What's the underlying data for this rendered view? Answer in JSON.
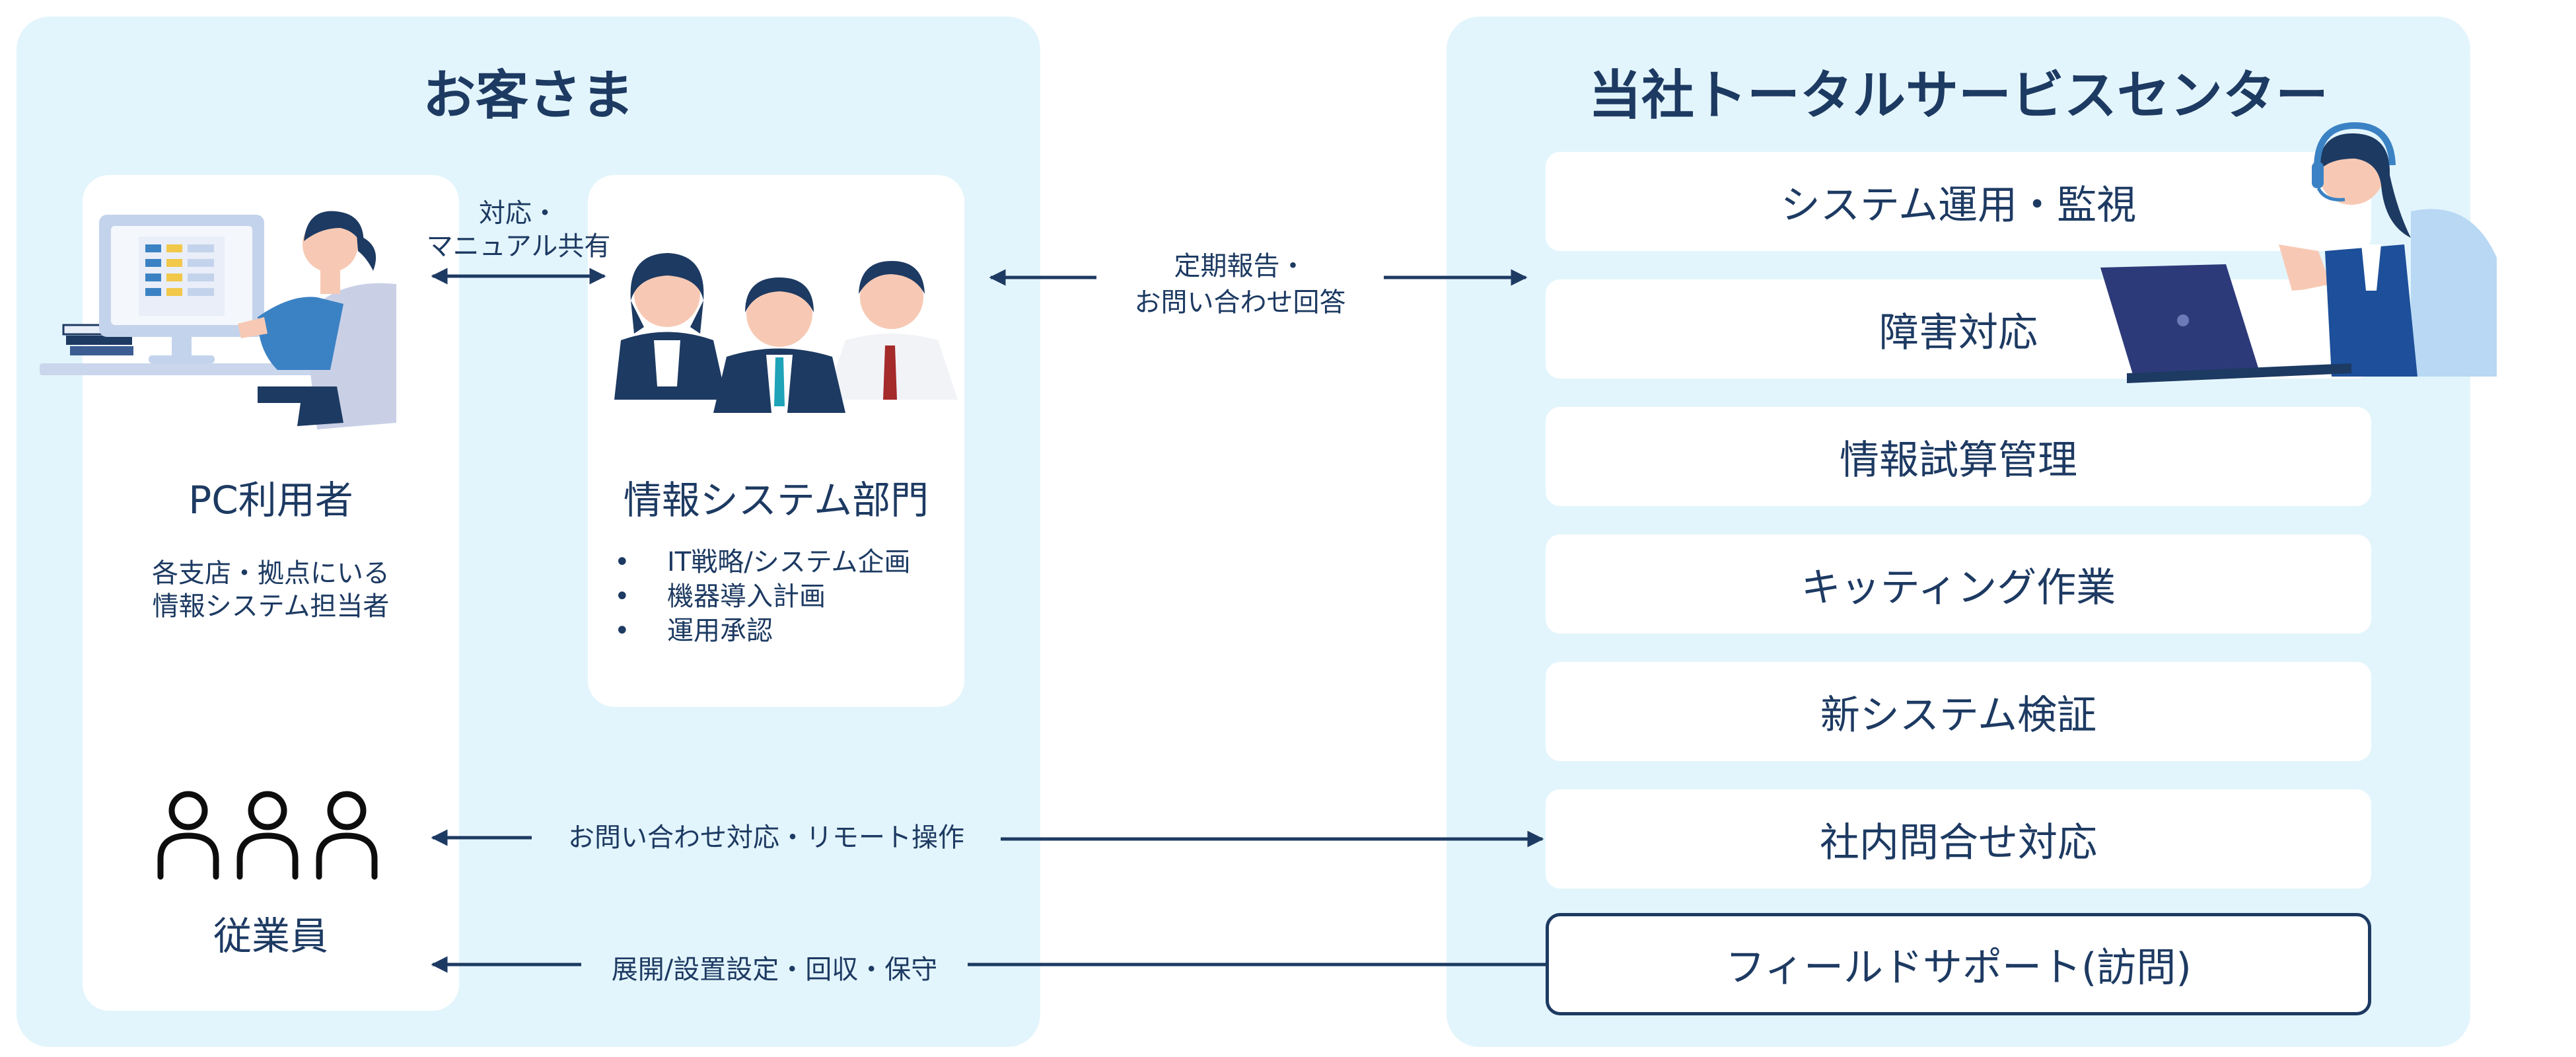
{
  "customer": {
    "title": "お客さま",
    "pc_user": {
      "name": "PC利用者",
      "desc_line1": "各支店・拠点にいる",
      "desc_line2": "情報システム担当者"
    },
    "is_dept": {
      "name": "情報システム部門",
      "bullets": [
        "IT戦略/システム企画",
        "機器導入計画",
        "運用承認"
      ]
    },
    "employees": {
      "name": "従業員"
    }
  },
  "center": {
    "title": "当社トータルサービスセンター",
    "services": [
      "システム運用・監視",
      "障害対応",
      "情報試算管理",
      "キッティング作業",
      "新システム検証",
      "社内問合せ対応",
      "フィールドサポート(訪問)"
    ]
  },
  "flows": {
    "manual_line1": "対応・",
    "manual_line2": "マニュアル共有",
    "report_line1": "定期報告・",
    "report_line2": "お問い合わせ回答",
    "remote": "お問い合わせ対応・リモート操作",
    "deploy": "展開/設置設定・回収・保守"
  },
  "colors": {
    "navy": "#1d3a62",
    "panel_bg": "#e3f5fc",
    "card_bg": "#ffffff",
    "accent_blue": "#3b82c4"
  }
}
